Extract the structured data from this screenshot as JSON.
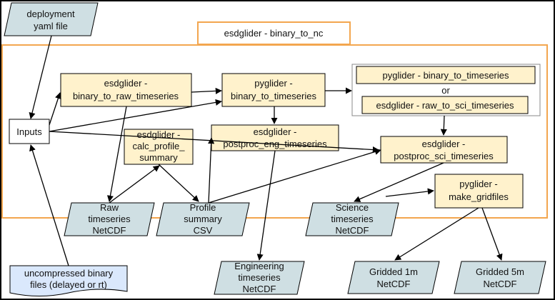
{
  "colors": {
    "process_fill": "#fff2cc",
    "data_fill": "#cfdfe3",
    "input_fill": "#dae8fc",
    "container_stroke": "#f3a64f",
    "arrow": "#000000"
  },
  "diagram": {
    "deployment_yaml": [
      "deployment",
      "yaml file"
    ],
    "binary_files": [
      "uncompressed binary",
      "files (delayed or rt)"
    ],
    "inputs": [
      "Inputs"
    ],
    "container_title": [
      "esdglider - binary_to_nc"
    ],
    "binary_to_raw": [
      "esdglider -",
      "binary_to_raw_timeseries"
    ],
    "pyglider_binary_to_ts": [
      "pyglider -",
      "binary_to_timeseries"
    ],
    "alt_pyglider": [
      "pyglider - binary_to_timeseries"
    ],
    "alt_or": [
      "or"
    ],
    "alt_esdglider": [
      "esdglider - raw_to_sci_timeseries"
    ],
    "calc_profile": [
      "esdglider -",
      "calc_profile_",
      "summary"
    ],
    "postproc_eng": [
      "esdglider -",
      "postproc_eng_timeseries"
    ],
    "postproc_sci": [
      "esdglider -",
      "postproc_sci_timeseries"
    ],
    "make_gridfiles": [
      "pyglider -",
      "make_gridfiles"
    ],
    "raw_ts": [
      "Raw",
      "timeseries",
      "NetCDF"
    ],
    "profile_csv": [
      "Profile",
      "summary",
      "CSV"
    ],
    "science_ts": [
      "Science",
      "timeseries",
      "NetCDF"
    ],
    "engineering_ts": [
      "Engineering",
      "timeseries",
      "NetCDF"
    ],
    "gridded_1m": [
      "Gridded 1m",
      "NetCDF"
    ],
    "gridded_5m": [
      "Gridded 5m",
      "NetCDF"
    ]
  }
}
